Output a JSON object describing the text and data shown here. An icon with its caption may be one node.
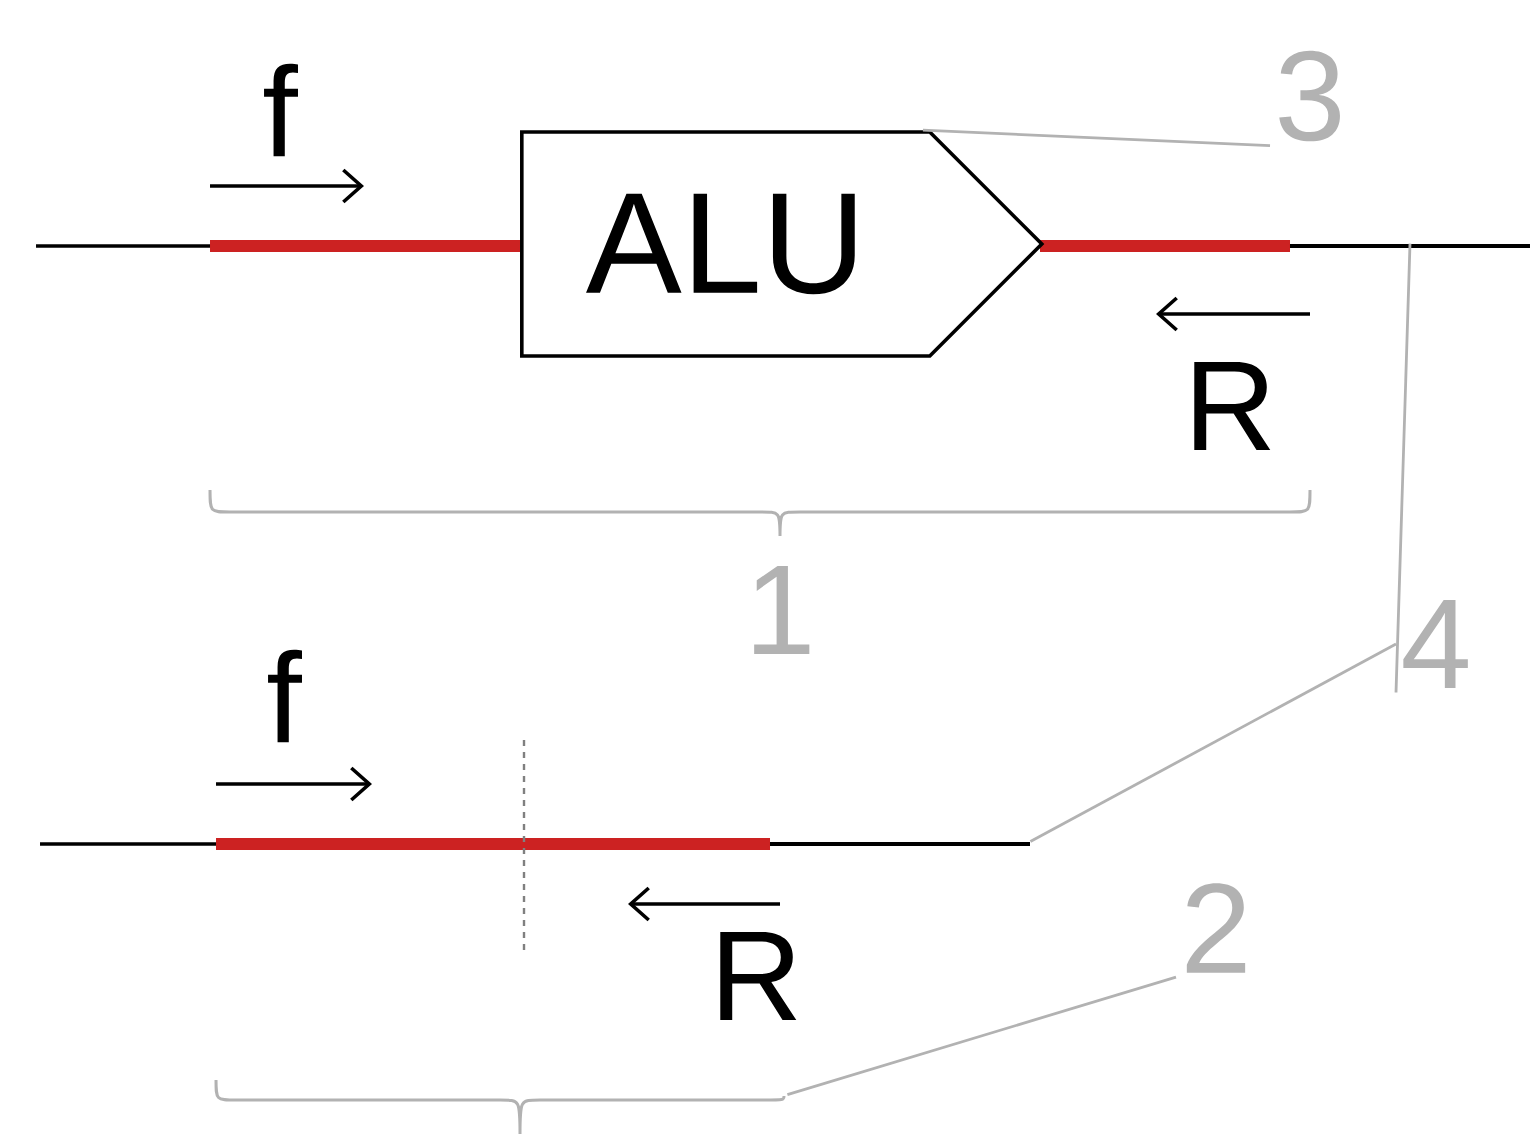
{
  "diagram": {
    "nodes": [
      {
        "text": [
          "ALU"
        ]
      },
      {
        "text": [
          "3"
        ]
      },
      {
        "text": [
          "4"
        ]
      },
      {
        "text": [],
        "shape": "line"
      },
      {
        "text": [],
        "shape": "line"
      },
      {
        "text": [
          "2"
        ]
      },
      {
        "text": [],
        "shape": "brace"
      }
    ],
    "edges": [
      {
        "from": 1,
        "to": 0,
        "arrow": "none"
      },
      {
        "from": 2,
        "to": 3,
        "arrow": "none"
      },
      {
        "from": 2,
        "to": 4,
        "arrow": "none"
      },
      {
        "from": 5,
        "to": 6,
        "arrow": "none"
      }
    ],
    "labels": [
      "f",
      "R",
      "1",
      "f",
      "R"
    ]
  }
}
